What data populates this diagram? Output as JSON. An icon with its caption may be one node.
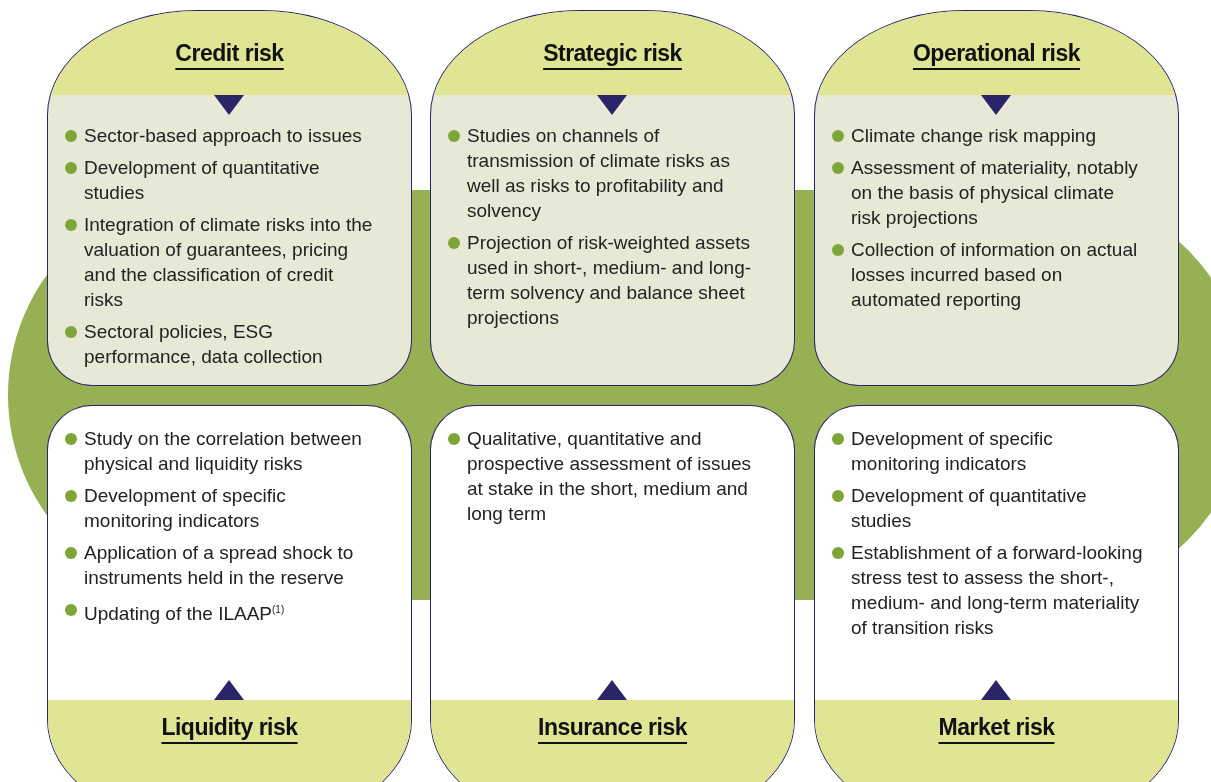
{
  "diagram": {
    "nodes": [
      {
        "text": [
          "Credit risk",
          "Sector-based approach to issues",
          "Development of quantitative studies",
          "Integration of climate risks into the valuation of guarantees, pricing and the classification of credit risks",
          "Sectoral policies, ESG performance, data collection"
        ]
      },
      {
        "text": [
          "Strategic risk",
          "Studies on channels of transmission of climate risks as well as risks to profitability and solvency",
          "Projection of risk-weighted assets used in short-, medium- and long-term solvency and balance sheet projections"
        ]
      },
      {
        "text": [
          "Operational risk",
          "Climate change risk mapping",
          "Assessment of materiality, notably on the basis of physical climate risk projections",
          "Collection of information on actual losses incurred based on automated reporting"
        ]
      },
      {
        "text": [
          "Study on the correlation between physical and liquidity risks",
          "Development of specific monitoring indicators",
          "Application of a spread shock to instruments held in the reserve",
          "Updating of the ILAAP$^{(1)}$",
          "Liquidity risk"
        ]
      },
      {
        "text": [
          "Qualitative, quantitative and prospective assessment of issues at stake in the short, medium and long term",
          "Insurance risk"
        ]
      },
      {
        "text": [
          "Development of specific monitoring indicators",
          "Development of quantitative studies",
          "Establishment of a forward-looking stress test to assess the short-, medium- and long-term materiality of transition risks",
          "Market risk"
        ]
      }
    ]
  }
}
